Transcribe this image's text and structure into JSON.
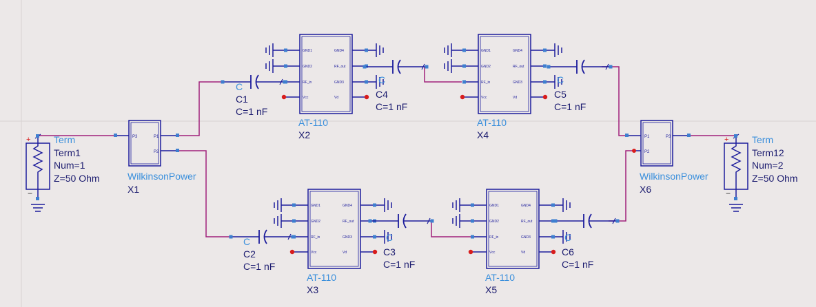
{
  "colors": {
    "background": "#ece8e8",
    "guide": "#d8d2d2",
    "symbol": "#1c1c9c",
    "wire": "#a0207a",
    "label_type": "#3a8fdc",
    "label_text": "#1a1a6e",
    "pin": "#3e7fd0",
    "red": "#d81c1c"
  },
  "terms": [
    {
      "id": "t1",
      "type": "Term",
      "name": "Term1",
      "num": "Num=1",
      "z": "Z=50 Ohm"
    },
    {
      "id": "t2",
      "type": "Term",
      "name": "Term12",
      "num": "Num=2",
      "z": "Z=50 Ohm"
    }
  ],
  "splitters": [
    {
      "id": "x1",
      "type": "WilkinsonPower",
      "name": "X1",
      "pins": [
        "P3",
        "P1",
        "P2"
      ]
    },
    {
      "id": "x6",
      "type": "WilkinsonPower",
      "name": "X6",
      "pins": [
        "P1",
        "P2",
        "P3"
      ]
    }
  ],
  "amps": [
    {
      "id": "x2",
      "type": "AT-110",
      "name": "X2",
      "pins_left": [
        "GND1",
        "GND2",
        "RF_in",
        "Vcc"
      ],
      "pins_right": [
        "GND4",
        "RF_out",
        "GND3",
        "Vd"
      ]
    },
    {
      "id": "x4",
      "type": "AT-110",
      "name": "X4",
      "pins_left": [
        "GND1",
        "GND2",
        "RF_in",
        "Vcc"
      ],
      "pins_right": [
        "GND4",
        "RF_out",
        "GND3",
        "Vd"
      ]
    },
    {
      "id": "x3",
      "type": "AT-110",
      "name": "X3",
      "pins_left": [
        "GND1",
        "GND2",
        "RF_in",
        "Vcc"
      ],
      "pins_right": [
        "GND4",
        "RF_out",
        "GND3",
        "Vd"
      ]
    },
    {
      "id": "x5",
      "type": "AT-110",
      "name": "X5",
      "pins_left": [
        "GND1",
        "GND2",
        "RF_in",
        "Vcc"
      ],
      "pins_right": [
        "GND4",
        "RF_out",
        "GND3",
        "Vd"
      ]
    }
  ],
  "caps": [
    {
      "id": "c1",
      "type": "C",
      "name": "C1",
      "value": "C=1 nF"
    },
    {
      "id": "c2",
      "type": "C",
      "name": "C2",
      "value": "C=1 nF"
    },
    {
      "id": "c3",
      "type": "C",
      "name": "C3",
      "value": "C=1 nF"
    },
    {
      "id": "c4",
      "type": "C",
      "name": "C4",
      "value": "C=1 nF"
    },
    {
      "id": "c5",
      "type": "C",
      "name": "C5",
      "value": "C=1 nF"
    },
    {
      "id": "c6",
      "type": "C",
      "name": "C6",
      "value": "C=1 nF"
    }
  ]
}
